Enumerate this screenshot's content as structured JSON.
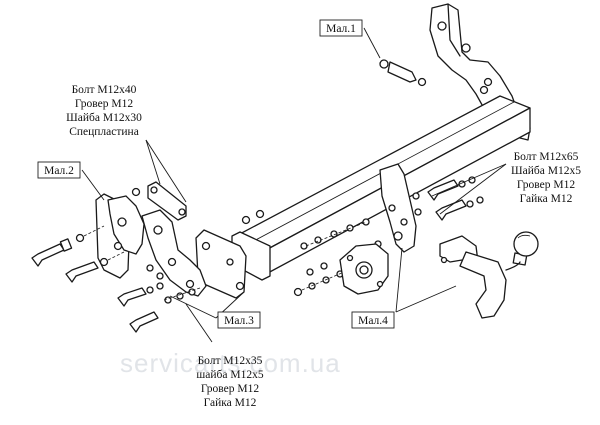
{
  "callouts": {
    "mal1": "Мал.1",
    "mal2": "Мал.2",
    "mal3": "Мал.3",
    "mal4": "Мал.4"
  },
  "hardware_left": [
    "Болт М12х40",
    "Гровер М12",
    "Шайба М12х30",
    "Спецпластина"
  ],
  "hardware_right": [
    "Болт М12х65",
    "Шайба М12х5",
    "Гровер М12",
    "Гайка М12"
  ],
  "hardware_bottom": [
    "Болт М12х35",
    "шайба М12х5",
    "Гровер М12",
    "Гайка М12"
  ],
  "watermark": "servicarts.com.ua"
}
